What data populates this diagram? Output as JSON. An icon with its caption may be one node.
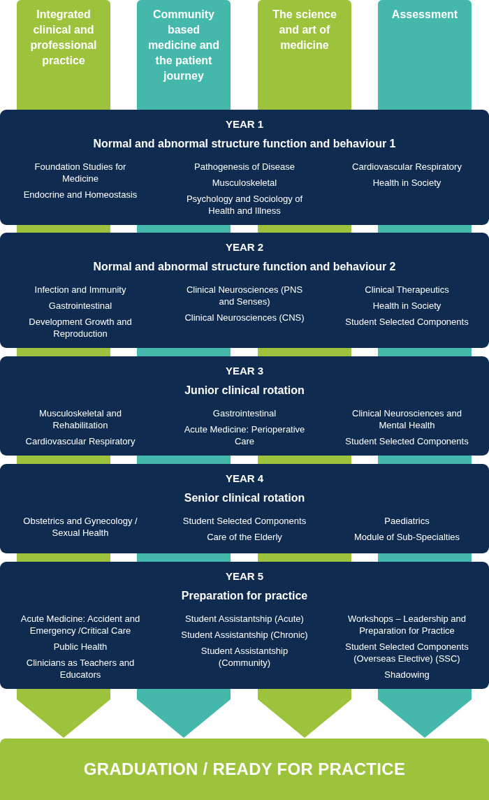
{
  "diagram": {
    "nodes": [
      {
        "text": [
          "Integrated clinical and professional practice"
        ]
      },
      {
        "text": [
          "Community based medicine and the patient journey"
        ]
      },
      {
        "text": [
          "The science and art of medicine"
        ]
      },
      {
        "text": [
          "Assessment"
        ]
      },
      {
        "text": [
          "YEAR 1",
          "Normal and abnormal structure function and behaviour 1",
          "Foundation Studies for Medicine",
          "Endocrine and Homeostasis",
          "Pathogenesis of Disease",
          "Musculoskeletal",
          "Psychology and Sociology of Health and Illness",
          "Cardiovascular Respiratory",
          "Health in Society"
        ]
      },
      {
        "text": [
          "YEAR 2",
          "Normal and abnormal structure function and behaviour 2",
          "Infection and Immunity",
          "Gastrointestinal",
          "Development Growth and Reproduction",
          "Clinical Neurosciences (PNS and Senses)",
          "Clinical Neurosciences (CNS)",
          "Clinical Therapeutics",
          "Health in Society",
          "Student Selected Components"
        ]
      },
      {
        "text": [
          "YEAR 3",
          "Junior clinical rotation",
          "Musculoskeletal and Rehabilitation",
          "Cardiovascular Respiratory",
          "Gastrointestinal",
          "Acute Medicine: Perioperative Care",
          "Clinical Neurosciences and Mental Health",
          "Student Selected Components"
        ]
      },
      {
        "text": [
          "YEAR 4",
          "Senior clinical rotation",
          "Obstetrics and Gynecology / Sexual Health",
          "Student Selected Components",
          "Care of the Elderly",
          "Paediatrics",
          "Module of Sub-Specialties"
        ]
      },
      {
        "text": [
          "YEAR 5",
          "Preparation for practice",
          "Acute Medicine: Accident and Emergency /Critical Care",
          "Public Health",
          "Clinicians as Teachers and Educators",
          "Student Assistantship (Acute)",
          "Student Assistantship (Chronic)",
          "Student Assistantship (Community)",
          "Workshops – Leadership and Preparation for Practice",
          "Student Selected Components (Overseas Elective) (SSC)",
          "Shadowing"
        ]
      },
      {
        "text": [
          "GRADUATION / READY FOR PRACTICE"
        ]
      }
    ],
    "edges": [
      {
        "from": 8,
        "to": 9,
        "arrow": "to"
      },
      {
        "from": 8,
        "to": 9,
        "arrow": "to",
        "color": "#45b8ac"
      },
      {
        "from": 8,
        "to": 9,
        "arrow": "to"
      },
      {
        "from": 8,
        "to": 9,
        "arrow": "to",
        "color": "#45b8ac"
      }
    ]
  }
}
